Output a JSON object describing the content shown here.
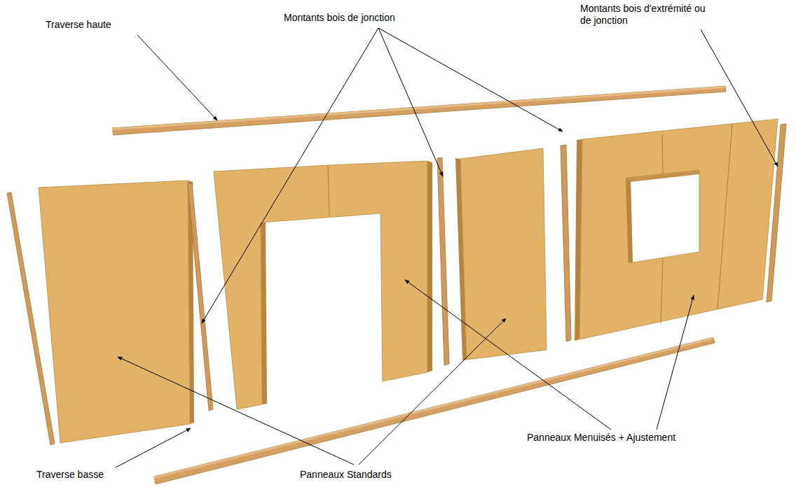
{
  "diagram": {
    "labels": [
      "Traverse haute",
      "Montants bois de jonction",
      "Montants bois d'extrémité ou de jonction",
      "Panneaux Menuisés + Ajustement",
      "Traverse basse",
      "Panneaux Standards"
    ]
  }
}
